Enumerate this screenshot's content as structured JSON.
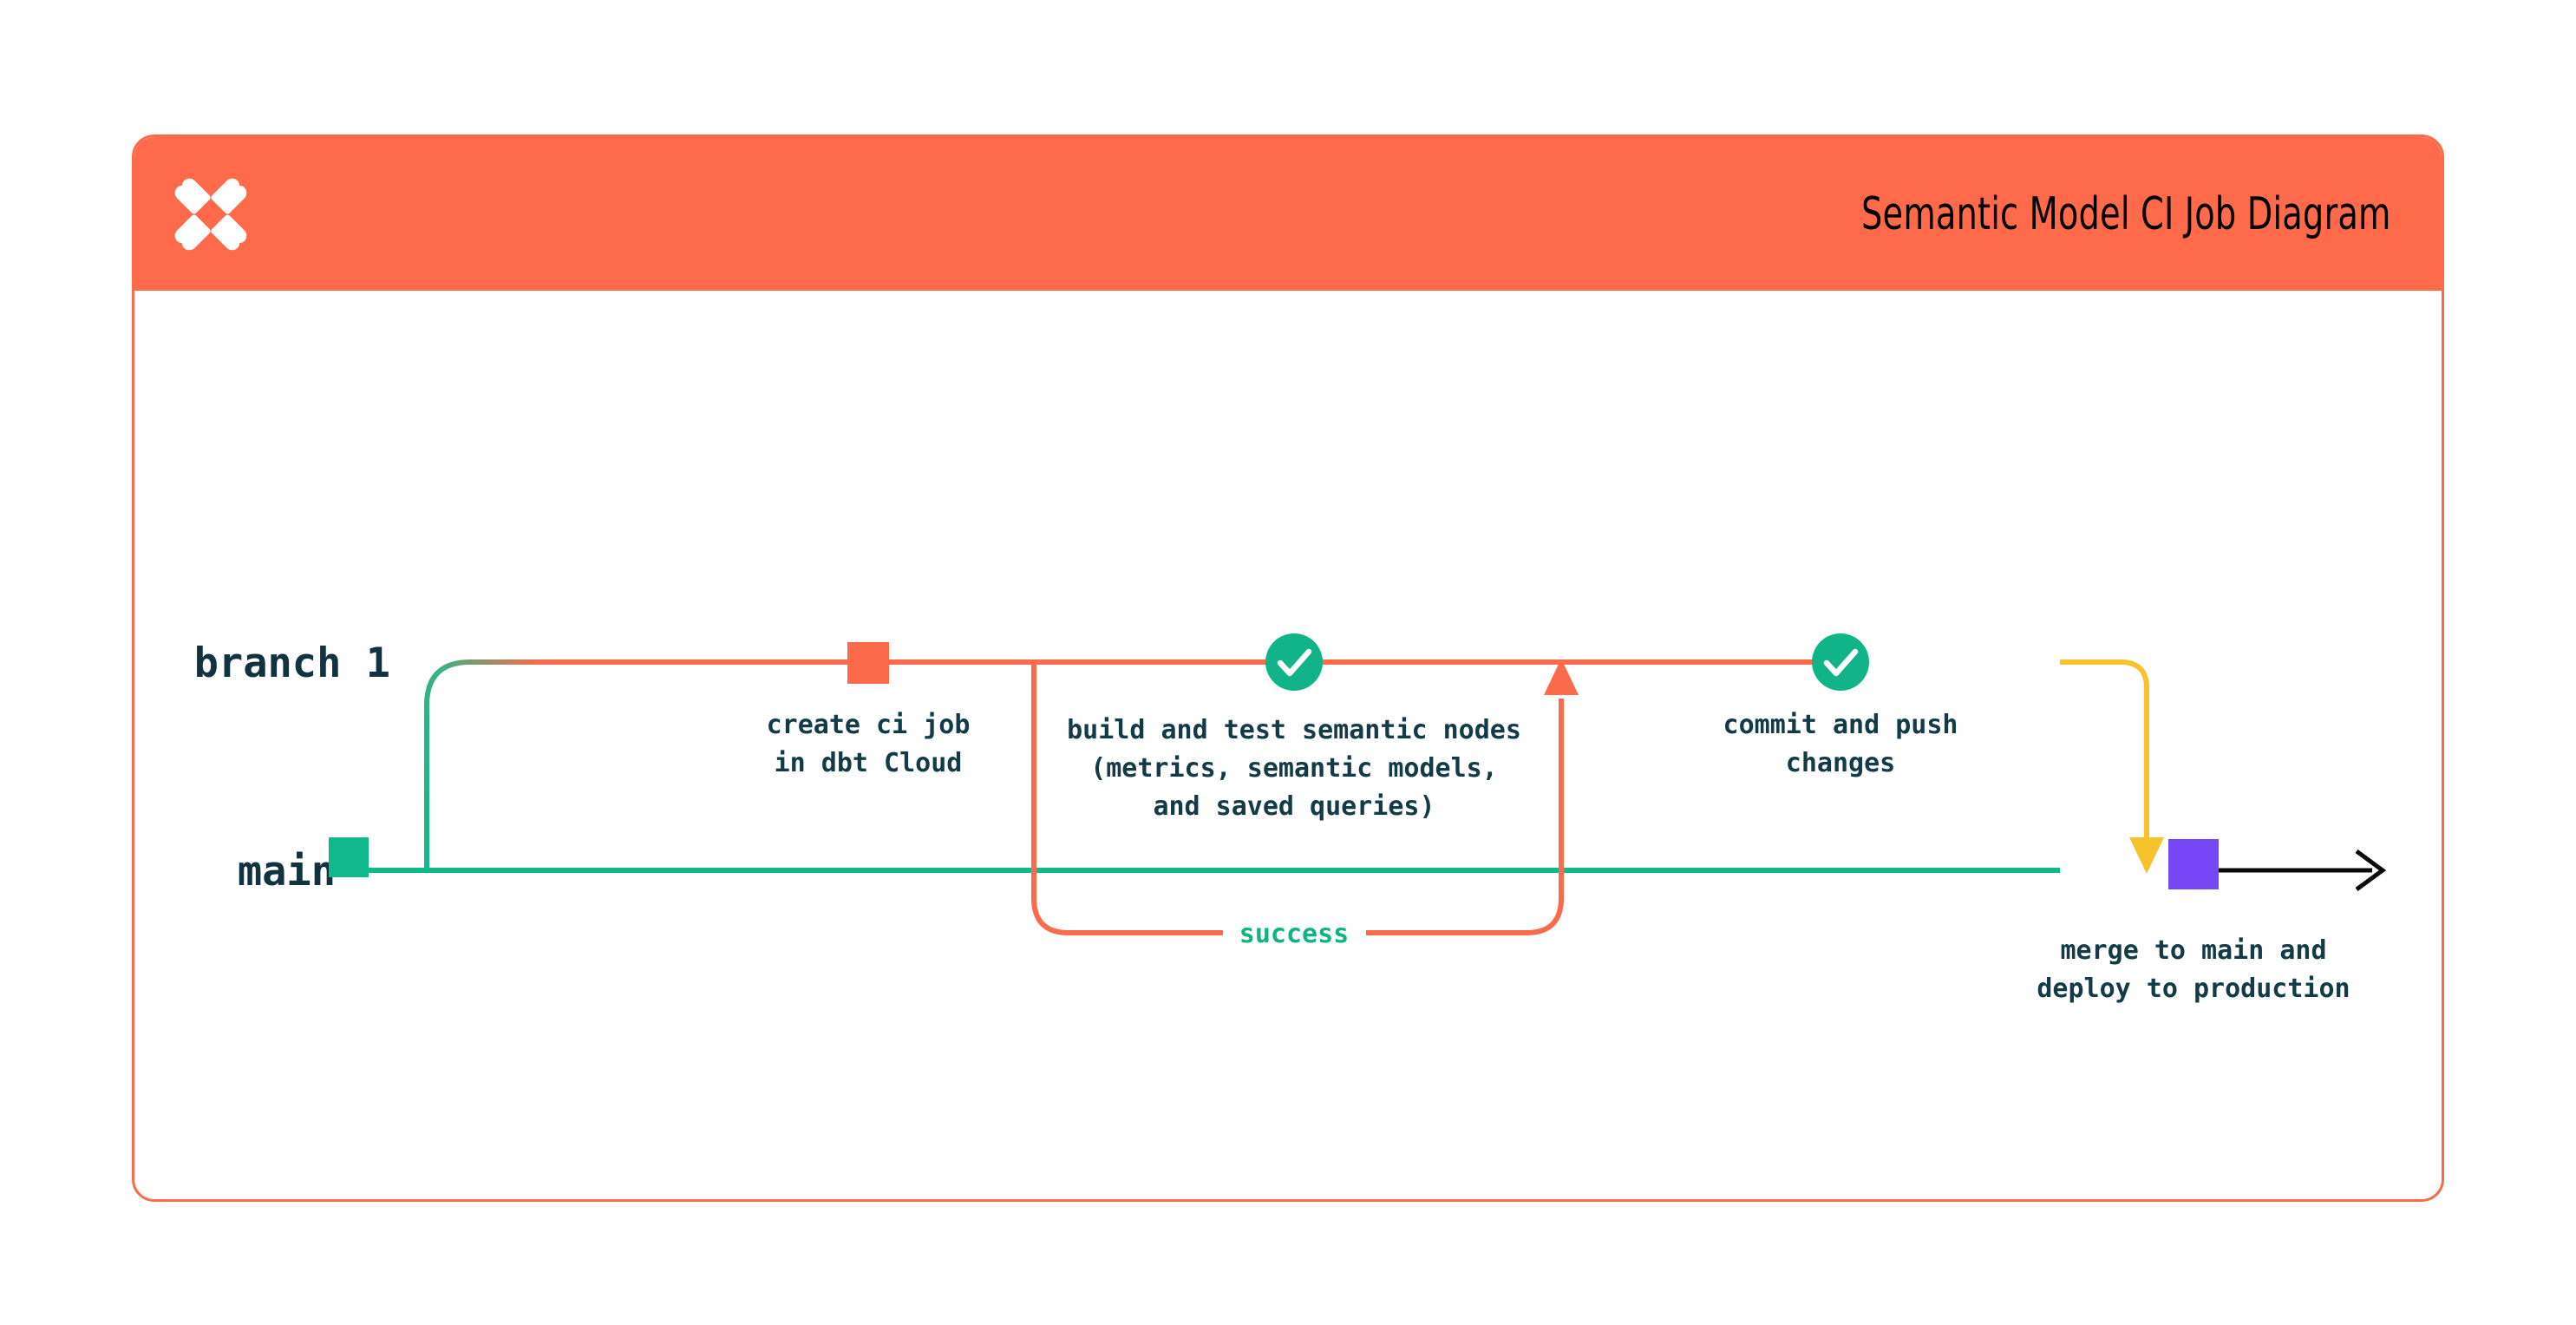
{
  "header": {
    "title": "Semantic Model CI Job Diagram",
    "logo_icon": "dbt-star-icon",
    "background_color": "#FF6B4A",
    "title_color": "#000000"
  },
  "card": {
    "border_color": "#FB6A4A",
    "background_color": "#FFFFFF"
  },
  "colors": {
    "main_branch": "#0FB98B",
    "branch_1": "#FB6A4A",
    "merge_line": "#F8C22C",
    "success_text": "#0FB57F",
    "merge_node": "#7547F5",
    "final_arrow": "#0A0A0A",
    "label_text": "#133B47",
    "check_circle": "#11B489"
  },
  "branches": [
    {
      "id": "branch-1",
      "label": "branch 1",
      "color": "#FB6A4A"
    },
    {
      "id": "main",
      "label": "main",
      "color": "#0FB98B"
    }
  ],
  "nodes": [
    {
      "id": "main-start",
      "shape": "square",
      "color": "#0FB98B",
      "branch": "main",
      "caption": ""
    },
    {
      "id": "create-ci-job",
      "shape": "square",
      "color": "#FB6A4A",
      "branch": "branch-1",
      "caption_lines": [
        "create ci job",
        "in dbt Cloud"
      ]
    },
    {
      "id": "build-and-test",
      "shape": "check-circle",
      "color": "#11B489",
      "icon": "check-icon",
      "branch": "branch-1",
      "caption_lines": [
        "build and test semantic nodes",
        "(metrics, semantic models,",
        "and saved queries)"
      ]
    },
    {
      "id": "commit-and-push",
      "shape": "check-circle",
      "color": "#11B489",
      "icon": "check-icon",
      "branch": "branch-1",
      "caption_lines": [
        "commit and push",
        "changes"
      ]
    },
    {
      "id": "merge-to-main",
      "shape": "square",
      "color": "#7547F5",
      "branch": "main",
      "caption_lines": [
        "merge to main and",
        "deploy to production"
      ]
    }
  ],
  "loop": {
    "label": "success",
    "color": "#FB6A4A",
    "arrow": "up-arrow-icon"
  },
  "merge_arrow": {
    "direction": "down",
    "color": "#F8C22C",
    "icon": "down-arrow-icon"
  },
  "final_arrow": {
    "direction": "right",
    "color": "#0A0A0A",
    "icon": "right-arrow-icon"
  }
}
